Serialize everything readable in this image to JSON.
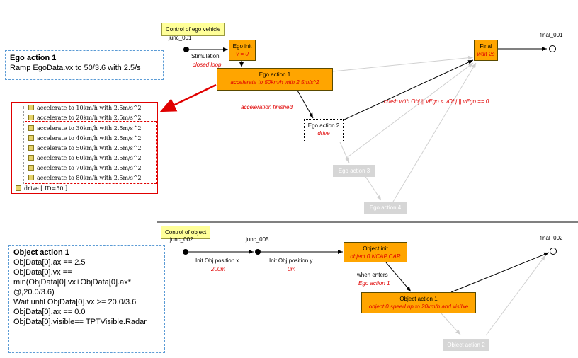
{
  "ego_note": {
    "title": "Ego action 1",
    "line": "Ramp EgoData.vx to 50/3.6 with 2.5/s"
  },
  "object_note": {
    "title": "Object action 1",
    "lines": [
      "ObjData[0].ax == 2.5",
      "ObjData[0].vx ==",
      "min(ObjData[0].vx+ObjData[0].ax*",
      "@,20.0/3.6)",
      "Wait until ObjData[0].vx >= 20.0/3.6",
      "ObjData[0].ax == 0.0",
      "ObjData[0].visible== TPTVisible.Radar"
    ]
  },
  "code_list": {
    "lines": [
      "accelerate to 10km/h with 2.5m/s^2",
      "accelerate to 20km/h with 2.5m/s^2",
      "accelerate to 30km/h with 2.5m/s^2",
      "accelerate to 40km/h with 2.5m/s^2",
      "accelerate to 50km/h with 2.5m/s^2",
      "accelerate to 60km/h with 2.5m/s^2",
      "accelerate to 70km/h with 2.5m/s^2",
      "accelerate to 80km/h with 2.5m/s^2"
    ],
    "drive": "drive  [ ID=50 ]"
  },
  "ego_diagram": {
    "section_label": "Control of ego vehicle",
    "junc_label": "junc_001",
    "final_label": "final_001",
    "ego_init": {
      "title": "Ego init",
      "sub": "v = 0"
    },
    "final": {
      "title": "Final",
      "sub": "wait 2s"
    },
    "ego_action_1": {
      "title": "Ego action 1",
      "sub": "accelerate to 50km/h with 2.5m/s^2"
    },
    "ego_action_2": {
      "title": "Ego action 2",
      "sub": "drive"
    },
    "ego_action_3": "Ego action 3",
    "ego_action_4": "Ego action 4",
    "stimulation": "Stimulation",
    "closed_loop": "closed loop",
    "acceleration_finished": "acceleration finished",
    "crash": "crash with Obj || vEgo < vObj || vEgo == 0"
  },
  "obj_diagram": {
    "section_label": "Control of object",
    "junc_002": "junc_002",
    "junc_005": "junc_005",
    "final_label": "final_002",
    "init_x_title": "Init Obj position x",
    "init_x_value": "200m",
    "init_y_title": "Init Obj position y",
    "init_y_value": "0m",
    "object_init": {
      "title": "Object init",
      "sub": "object 0 NCAP CAR"
    },
    "when_enters": "when enters",
    "when_target": "Ego action 1",
    "object_action_1": {
      "title": "Object action 1",
      "sub": "object 0 speed up to 20km/h and visible"
    },
    "object_action_2": "Object action 2"
  },
  "colors": {
    "node_fill": "#ffa500",
    "red_text": "#e00000",
    "note_border": "#5b9bd5",
    "section_label_fill": "#ffff99",
    "inactive_node": "#d6d6d6"
  }
}
